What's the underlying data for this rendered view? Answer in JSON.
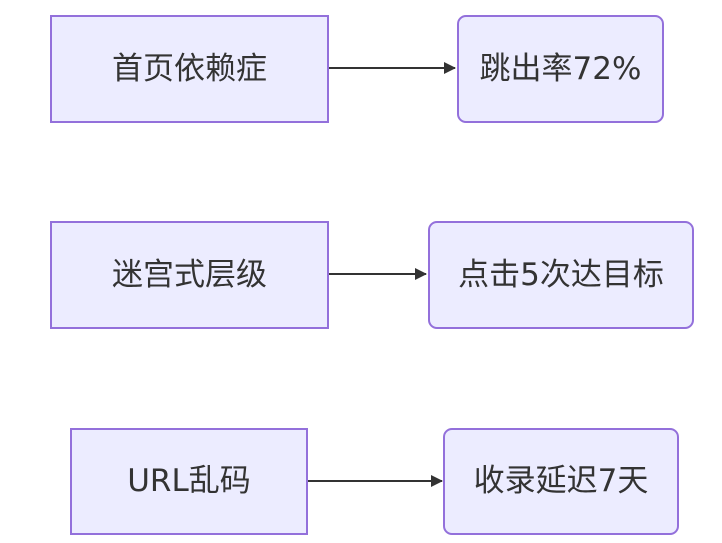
{
  "diagram": {
    "rows": [
      {
        "cause": "首页依赖症",
        "effect": "跳出率72%"
      },
      {
        "cause": "迷宫式层级",
        "effect": "点击5次达目标"
      },
      {
        "cause": "URL乱码",
        "effect": "收录延迟7天"
      }
    ]
  },
  "colors": {
    "node_fill": "#ececff",
    "node_border": "#9370db",
    "text": "#333333",
    "edge": "#333333"
  }
}
